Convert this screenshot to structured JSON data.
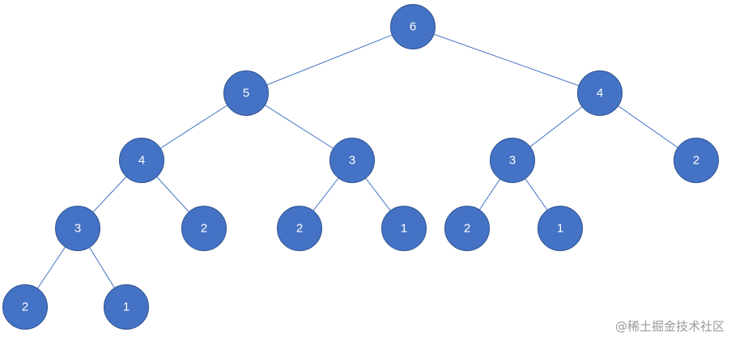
{
  "tree": {
    "nodes": [
      {
        "id": "root",
        "label": "6"
      },
      {
        "id": "l",
        "label": "5"
      },
      {
        "id": "r",
        "label": "4"
      },
      {
        "id": "ll",
        "label": "4"
      },
      {
        "id": "lr",
        "label": "3"
      },
      {
        "id": "rl",
        "label": "3"
      },
      {
        "id": "rr",
        "label": "2"
      },
      {
        "id": "lll",
        "label": "3"
      },
      {
        "id": "llr",
        "label": "2"
      },
      {
        "id": "lrl",
        "label": "2"
      },
      {
        "id": "lrr",
        "label": "1"
      },
      {
        "id": "rll",
        "label": "2"
      },
      {
        "id": "rlr",
        "label": "1"
      },
      {
        "id": "llll",
        "label": "2"
      },
      {
        "id": "lllr",
        "label": "1"
      }
    ],
    "edges": [
      [
        "root",
        "l"
      ],
      [
        "root",
        "r"
      ],
      [
        "l",
        "ll"
      ],
      [
        "l",
        "lr"
      ],
      [
        "r",
        "rl"
      ],
      [
        "r",
        "rr"
      ],
      [
        "ll",
        "lll"
      ],
      [
        "ll",
        "llr"
      ],
      [
        "lr",
        "lrl"
      ],
      [
        "lr",
        "lrr"
      ],
      [
        "rl",
        "rll"
      ],
      [
        "rl",
        "rlr"
      ],
      [
        "lll",
        "llll"
      ],
      [
        "lll",
        "lllr"
      ]
    ]
  },
  "watermark": "@稀土掘金技术社区"
}
